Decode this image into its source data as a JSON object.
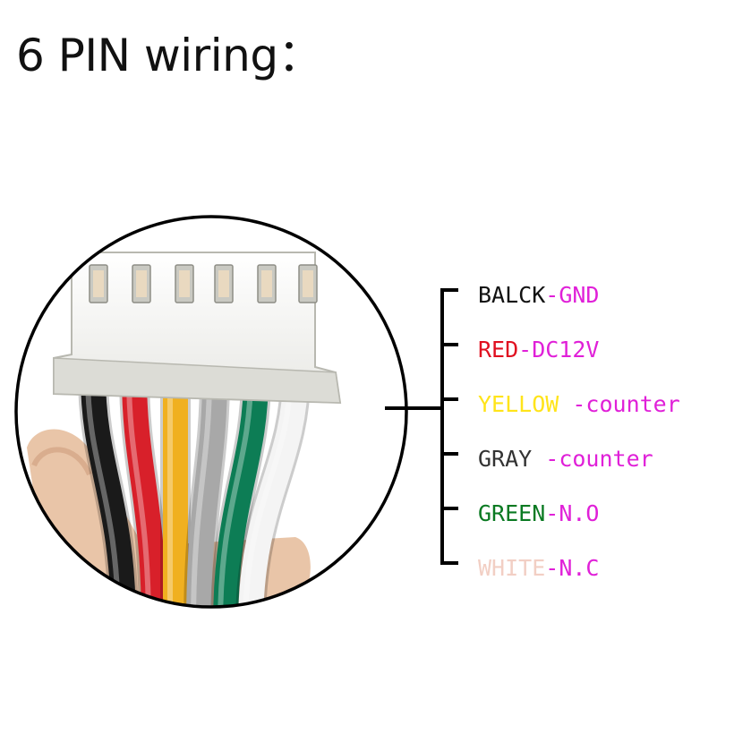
{
  "title": "6 PIN wiring：",
  "colors": {
    "background": "#ffffff",
    "bracket": "#000000",
    "function_label": "#e020d8"
  },
  "pins": [
    {
      "color_name": "BALCK",
      "separator": "-",
      "function": "GND",
      "name_color": "#111111",
      "wire_color": "#1a1a1a"
    },
    {
      "color_name": "RED",
      "separator": "-",
      "function": "DC12V",
      "name_color": "#e01020",
      "wire_color": "#d8202a"
    },
    {
      "color_name": "YELLOW",
      "separator": " -",
      "function": "counter",
      "name_color": "#ffe41a",
      "wire_color": "#f0b020"
    },
    {
      "color_name": "GRAY",
      "separator": " -",
      "function": "counter",
      "name_color": "#333333",
      "wire_color": "#a8a8a8"
    },
    {
      "color_name": "GREEN",
      "separator": "-",
      "function": "N.O",
      "name_color": "#0a7a22",
      "wire_color": "#0d7d55"
    },
    {
      "color_name": "WHITE",
      "separator": "-",
      "function": "N.C",
      "name_color": "#f2cfc4",
      "wire_color": "#f4f4f4"
    }
  ]
}
